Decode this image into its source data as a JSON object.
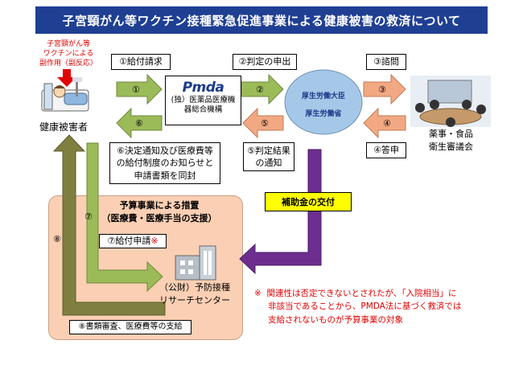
{
  "title": "子宮頸がん等ワクチン接種緊急促進事業による健康被害の救済について",
  "side_effect_note": [
    "子宮頸がん等",
    "ワクチンによる",
    "副作用（副反応）"
  ],
  "victim_label": "健康被害者",
  "pmda": {
    "logo": "Pmda",
    "name_line1": "(独）医薬品医療機",
    "name_line2": "器総合機構"
  },
  "ministry": {
    "line1": "厚生労働大臣",
    "line2": "厚生労働省"
  },
  "council": {
    "line1": "薬事・食品",
    "line2": "衛生審議会"
  },
  "steps": {
    "s1": "①給付請求",
    "s2": "②判定の申出",
    "s3": "③諮問",
    "s4": "④答申",
    "s5": [
      "⑤判定結果",
      "の通知"
    ],
    "s6": [
      "⑥決定通知及び医療費等",
      "の給付制度のお知らせと",
      "申請書類を同封"
    ]
  },
  "arrow_nums": {
    "n1": "①",
    "n2": "②",
    "n3": "③",
    "n4": "④",
    "n5": "⑤",
    "n6": "⑥",
    "n7": "⑦",
    "n8": "⑧"
  },
  "subsidy": "補助金の交付",
  "budget": {
    "heading1": "予算事業による措置",
    "heading2": "（医療費・医療手当の支援）",
    "apply": "⑦給付申請",
    "apply_mark": "※",
    "org1": "（公財）予防接種",
    "org2": "リサーチセンター",
    "pay": "⑧書類審査、医療費等の支給"
  },
  "note": {
    "mark": "※",
    "line1": "関連性は否定できないとされたが、「入院相当」に",
    "line2": "非該当であることから、PMDA法に基づく救済では",
    "line3": "支給されないものが予算事業の対象"
  },
  "colors": {
    "title_bg": "#1f3f93",
    "green_arrow": "#9bbb59",
    "salmon_arrow": "#f2a983",
    "budget_bg": "#fbcfb3",
    "olive_arrow": "#7f7f3f",
    "purple_arrow": "#6d2e8f",
    "subsidy_bg": "#ffff00",
    "note_red": "#e00000"
  }
}
